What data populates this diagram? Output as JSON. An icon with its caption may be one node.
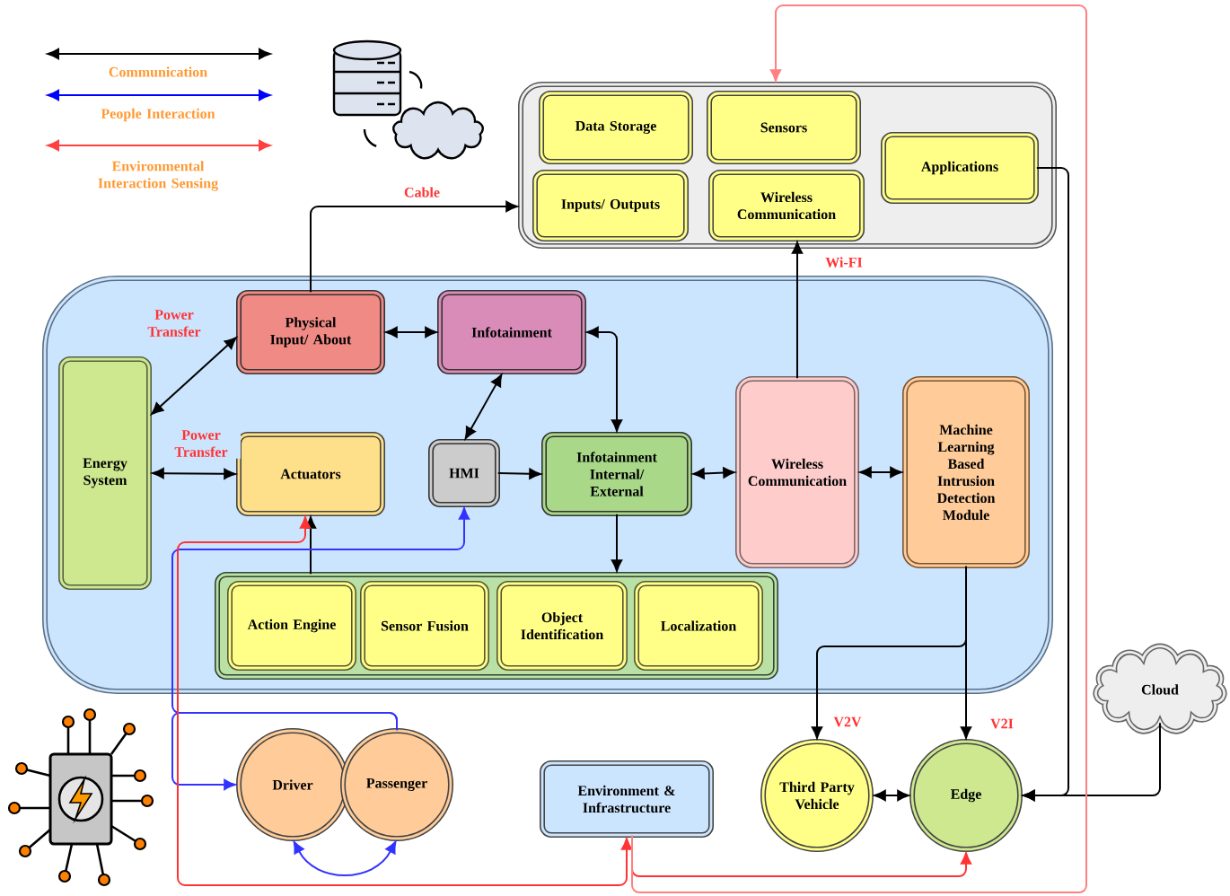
{
  "diagram": {
    "nodes": [
      {
        "text": [],
        "shape": "box"
      },
      {
        "text": [
          "Data Storage"
        ],
        "in": 0
      },
      {
        "text": [
          "Sensors"
        ],
        "in": 0
      },
      {
        "text": [
          "Inputs/ Outputs"
        ],
        "in": 0
      },
      {
        "text": [
          "Wireless Communication"
        ],
        "in": 0
      },
      {
        "text": [
          "Applications"
        ],
        "in": 0
      },
      {
        "text": [],
        "shape": "box"
      },
      {
        "text": [
          "Physical Input/ About"
        ],
        "in": 6
      },
      {
        "text": [
          "Infotainment"
        ],
        "in": 6
      },
      {
        "text": [
          "Energy System"
        ],
        "in": 6
      },
      {
        "text": [
          "Actuators"
        ],
        "in": 6
      },
      {
        "text": [
          "HMI"
        ],
        "in": 6
      },
      {
        "text": [
          "Infotainment Internal/ External"
        ],
        "in": 6
      },
      {
        "text": [
          "Wireless Communication"
        ],
        "in": 6
      },
      {
        "text": [
          "Machine Learning Based Intrusion Detection Module"
        ],
        "in": 6
      },
      {
        "text": [],
        "shape": "box",
        "in": 6
      },
      {
        "text": [
          "Action Engine"
        ],
        "in": 15
      },
      {
        "text": [
          "Sensor Fusion"
        ],
        "in": 15
      },
      {
        "text": [
          "Object Identification"
        ],
        "in": 15
      },
      {
        "text": [
          "Localization"
        ],
        "in": 15
      },
      {
        "text": [
          "Cloud"
        ]
      },
      {
        "text": [
          "Driver"
        ]
      },
      {
        "text": [
          "Passenger"
        ]
      },
      {
        "text": [
          "Environment & Infrastructure"
        ]
      },
      {
        "text": [
          "Third Party Vehicle"
        ]
      },
      {
        "text": [
          "Edge"
        ]
      }
    ],
    "edges": [
      {
        "from": 7,
        "to": 0,
        "arrow": "to",
        "label": "Cable"
      },
      {
        "from": 7,
        "to": 8,
        "arrow": "both"
      },
      {
        "from": 9,
        "to": 7,
        "arrow": "both",
        "label": "Power Transfer"
      },
      {
        "from": 9,
        "to": 10,
        "arrow": "both",
        "label": "Power Transfer"
      },
      {
        "from": 8,
        "to": 11,
        "arrow": "both"
      },
      {
        "from": 8,
        "to": 12,
        "arrow": "both"
      },
      {
        "from": 11,
        "to": 12,
        "arrow": "to"
      },
      {
        "from": 12,
        "to": 15,
        "arrow": "to"
      },
      {
        "from": 12,
        "to": 13,
        "arrow": "both"
      },
      {
        "from": 13,
        "to": 14,
        "arrow": "both"
      },
      {
        "from": 13,
        "to": 4,
        "arrow": "to",
        "label": "Wi-FI"
      },
      {
        "from": 15,
        "to": 10,
        "arrow": "to"
      },
      {
        "from": 14,
        "to": 25,
        "arrow": "to",
        "label": "V2I"
      },
      {
        "from": 14,
        "to": 24,
        "arrow": "to",
        "label": "V2V"
      },
      {
        "from": 5,
        "to": 25,
        "arrow": "to"
      },
      {
        "from": 20,
        "to": 25,
        "arrow": "to"
      },
      {
        "from": 24,
        "to": 25,
        "arrow": "both"
      },
      {
        "from": 22,
        "to": 11,
        "arrow": "to",
        "color": "#3333ff"
      },
      {
        "from": 22,
        "to": 21,
        "arrow": "to",
        "color": "#3333ff"
      },
      {
        "from": 21,
        "to": 22,
        "arrow": "both",
        "color": "#3333ff"
      },
      {
        "from": 23,
        "to": 10,
        "arrow": "both",
        "color": "#ff3333"
      },
      {
        "from": 23,
        "to": 25,
        "arrow": "to",
        "color": "#ff3333"
      },
      {
        "from": 23,
        "to": 0,
        "arrow": "to",
        "color": "#ff8080"
      }
    ],
    "legend": [
      {
        "text": "Communication"
      },
      {
        "text": "People Interaction"
      },
      {
        "text": "Environmental Interaction Sensing"
      }
    ]
  }
}
